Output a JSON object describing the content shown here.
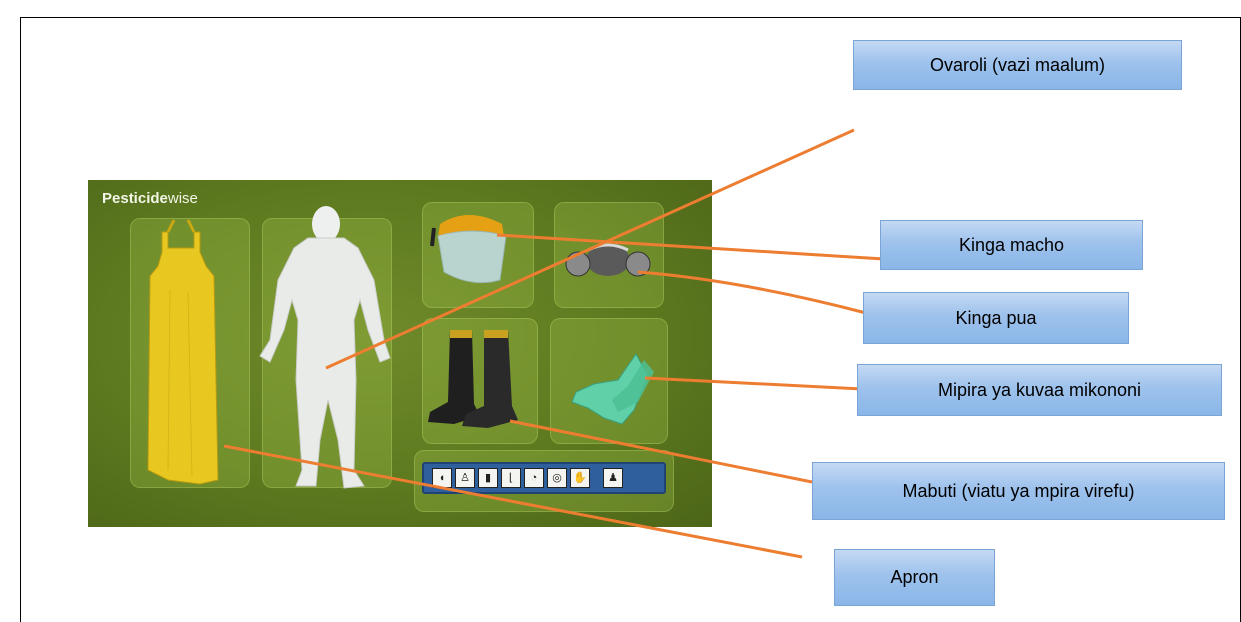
{
  "brand": {
    "bold": "Pesticide",
    "regular": "wise"
  },
  "labels": {
    "overall": "Ovaroli (vazi maalum)",
    "eye": "Kinga macho",
    "nose": "Kinga pua",
    "gloves": "Mipira ya kuvaa mikononi",
    "boots": "Mabuti (viatu ya mpira virefu)",
    "apron": "Apron"
  },
  "colors": {
    "leader_line": "#ed7d31",
    "label_fill": "#9ec2ec",
    "photo_background": "#5d7a1f"
  },
  "icons": [
    "apron-icon",
    "coverall-icon",
    "suit-icon",
    "boots-icon",
    "face-shield-icon",
    "respirator-icon",
    "gloves-icon",
    "person-icon"
  ]
}
